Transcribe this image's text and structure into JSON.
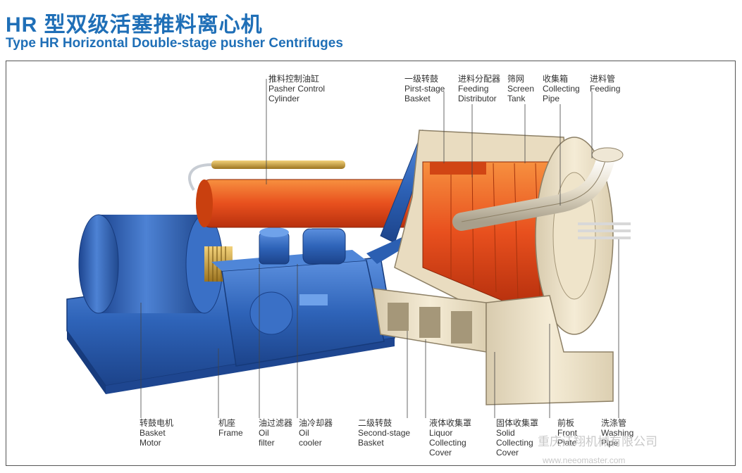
{
  "title": {
    "cn": "HR 型双级活塞推料离心机",
    "en": "Type HR Horizontal Double-stage pusher Centrifuges"
  },
  "labels": {
    "pusher_cylinder": {
      "cn": "推料控制油缸",
      "en1": "Pasher Control",
      "en2": "Cylinder"
    },
    "first_stage_basket": {
      "cn": "一级转鼓",
      "en1": "Pirst-stage",
      "en2": "Basket"
    },
    "feeding_distributor": {
      "cn": "进料分配器",
      "en1": "Feeding",
      "en2": "Distributor"
    },
    "screen_tank": {
      "cn": "筛网",
      "en1": "Screen",
      "en2": "Tank"
    },
    "collecting_pipe": {
      "cn": "收集箱",
      "en1": "Collecting",
      "en2": "Pipe"
    },
    "feeding_pipe": {
      "cn": "进料管",
      "en1": "Feeding",
      "en2": ""
    },
    "basket_motor": {
      "cn": "转鼓电机",
      "en1": "Basket",
      "en2": "Motor"
    },
    "frame": {
      "cn": "机座",
      "en1": "Frame",
      "en2": ""
    },
    "oil_filter": {
      "cn": "油过滤器",
      "en1": "Oil",
      "en2": "filter"
    },
    "oil_cooler": {
      "cn": "油冷却器",
      "en1": "Oil",
      "en2": "cooler"
    },
    "second_stage_basket": {
      "cn": "二级转鼓",
      "en1": "Second-stage",
      "en2": "Basket"
    },
    "liquor_cover": {
      "cn": "液体收集罩",
      "en1": "Liquor",
      "en2": "Collecting",
      "en3": "Cover"
    },
    "solid_cover": {
      "cn": "固体收集罩",
      "en1": "Solid",
      "en2": "Collecting",
      "en3": "Cover"
    },
    "front_plate": {
      "cn": "前板",
      "en1": "Front",
      "en2": "Plate"
    },
    "washing_pipe": {
      "cn": "洗涤管",
      "en1": "Washing",
      "en2": "Pipe"
    }
  },
  "watermark": {
    "company": "重庆江翔机械有限公司",
    "url": "www.neeomaster.com"
  },
  "colors": {
    "title": "#1f6fb7",
    "machine_blue": "#2e63b8",
    "rotor_orange": "#e8501e",
    "cream": "#f1e7cf"
  }
}
